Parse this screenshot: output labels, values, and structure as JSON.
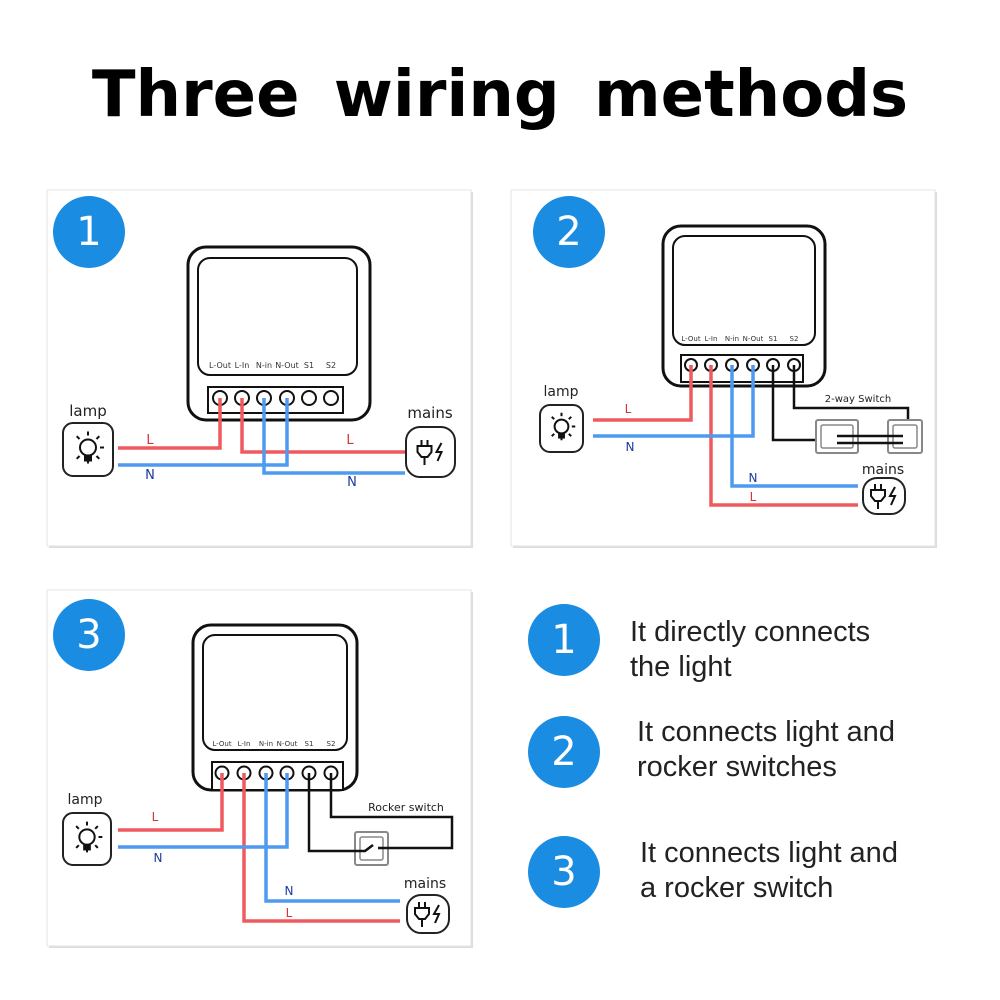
{
  "title": "Three  wiring methods",
  "colors": {
    "badge": "#1a8de3",
    "live_wire": "#ef5a5f",
    "neutral_wire": "#4d9af0",
    "live_label": "#d8323a",
    "neutral_label": "#1b3aa0",
    "switch_wire": "#111111"
  },
  "terminal_labels": [
    "L-Out",
    "L-In",
    "N-in",
    "N-Out",
    "S1",
    "S2"
  ],
  "wire_labels": {
    "live": "L",
    "neutral": "N"
  },
  "panels": [
    {
      "number": "1",
      "lamp_label": "lamp",
      "mains_label": "mains"
    },
    {
      "number": "2",
      "lamp_label": "lamp",
      "mains_label": "mains",
      "switch_label": "2-way Switch"
    },
    {
      "number": "3",
      "lamp_label": "lamp",
      "mains_label": "mains",
      "switch_label": "Rocker switch"
    }
  ],
  "descriptions": [
    {
      "number": "1",
      "lines": [
        "It directly connects",
        "the light"
      ]
    },
    {
      "number": "2",
      "lines": [
        "It connects light and",
        "rocker switches"
      ]
    },
    {
      "number": "3",
      "lines": [
        "It connects light and",
        "a rocker switch"
      ]
    }
  ]
}
